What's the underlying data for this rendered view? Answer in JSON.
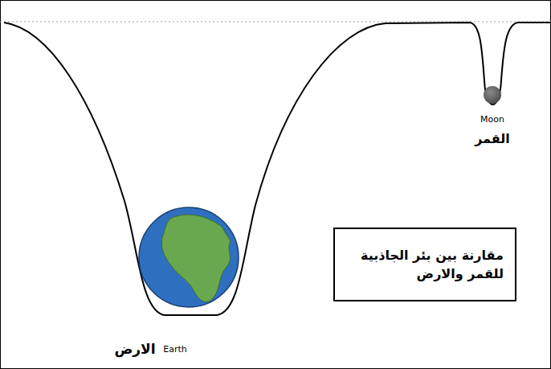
{
  "diagram": {
    "nodes": [
      {
        "text": [
          "مقارنة بين بئر الجاذبية للقمر والارض"
        ]
      }
    ],
    "labels": [
      "Moon",
      "القمر",
      "Earth",
      "الارض"
    ]
  }
}
